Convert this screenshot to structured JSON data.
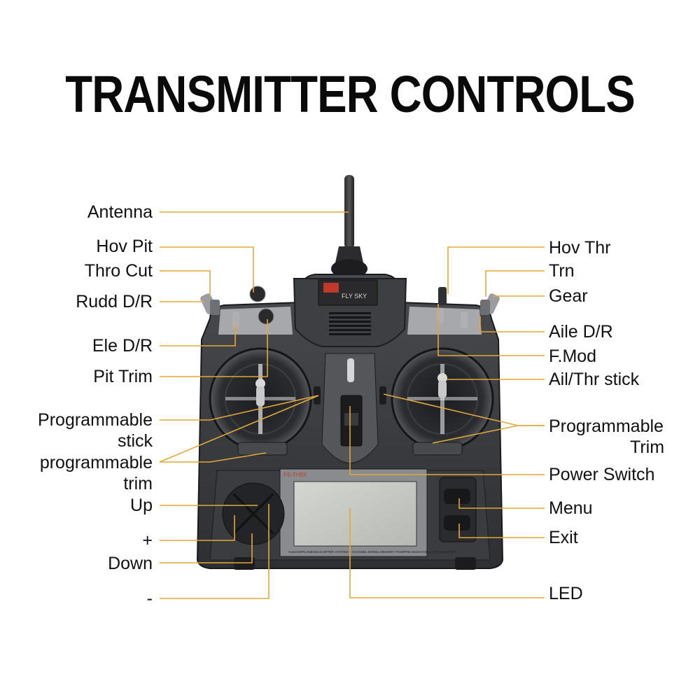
{
  "title": "TRANSMITTER CONTROLS",
  "device": {
    "brand": "FLY SKY",
    "model": "FS-TH9X",
    "screen_caption": "GLID/AIRPLANE/HELICOPTER SYSTEM   9 CHANNEL MODEL MEMORY PCM/PPM SELECTABLE TRANSMITTER"
  },
  "colors": {
    "leader": "#e0a93a",
    "body": "#3a3b3e",
    "body_dark": "#232427",
    "lcd": "#c9cbc6"
  },
  "labels_left": [
    {
      "id": "antenna",
      "text": "Antenna"
    },
    {
      "id": "hov-pit",
      "text": "Hov Pit"
    },
    {
      "id": "thro-cut",
      "text": "Thro Cut"
    },
    {
      "id": "rudd-dr",
      "text": "Rudd D/R"
    },
    {
      "id": "ele-dr",
      "text": "Ele D/R"
    },
    {
      "id": "pit-trim",
      "text": "Pit Trim"
    },
    {
      "id": "prog-stick-1",
      "text": "Programmable"
    },
    {
      "id": "prog-stick-2",
      "text": "stick"
    },
    {
      "id": "prog-stick-3",
      "text": "programmable"
    },
    {
      "id": "prog-stick-4",
      "text": "trim"
    },
    {
      "id": "up",
      "text": "Up"
    },
    {
      "id": "plus",
      "text": "+"
    },
    {
      "id": "down",
      "text": "Down"
    },
    {
      "id": "minus",
      "text": "-"
    }
  ],
  "labels_right": [
    {
      "id": "hov-thr",
      "text": "Hov Thr"
    },
    {
      "id": "trn",
      "text": "Trn"
    },
    {
      "id": "gear",
      "text": "Gear"
    },
    {
      "id": "aile-dr",
      "text": "Aile D/R"
    },
    {
      "id": "f-mod",
      "text": "F.Mod"
    },
    {
      "id": "ail-thr-stick",
      "text": "Ail/Thr stick"
    },
    {
      "id": "prog-trim-1",
      "text": "Programmable"
    },
    {
      "id": "prog-trim-2",
      "text": "Trim"
    },
    {
      "id": "power-switch",
      "text": "Power Switch"
    },
    {
      "id": "menu",
      "text": "Menu"
    },
    {
      "id": "exit",
      "text": "Exit"
    },
    {
      "id": "led",
      "text": "LED"
    }
  ]
}
